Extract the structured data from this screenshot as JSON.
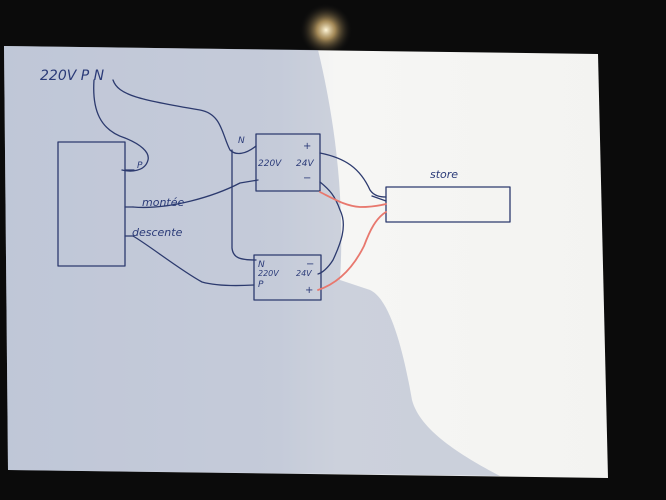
{
  "diagram": {
    "supply_label": "220V P N",
    "controller": {
      "phase_label": "P",
      "up_label": "montée",
      "down_label": "descente"
    },
    "psu_top": {
      "n_label": "N",
      "in_label": "220V",
      "out_label": "24V",
      "plus_label": "+",
      "minus_label": "−"
    },
    "psu_bottom": {
      "n_label": "N",
      "p_label": "P",
      "in_label": "220V",
      "out_label": "24V",
      "minus_label": "−",
      "plus_label": "+"
    },
    "store_label": "store"
  },
  "colors": {
    "paper": "#f4f4f2",
    "ink": "#2c3a6e",
    "red_wire": "#e8786e",
    "background": "#0b0b0b"
  }
}
